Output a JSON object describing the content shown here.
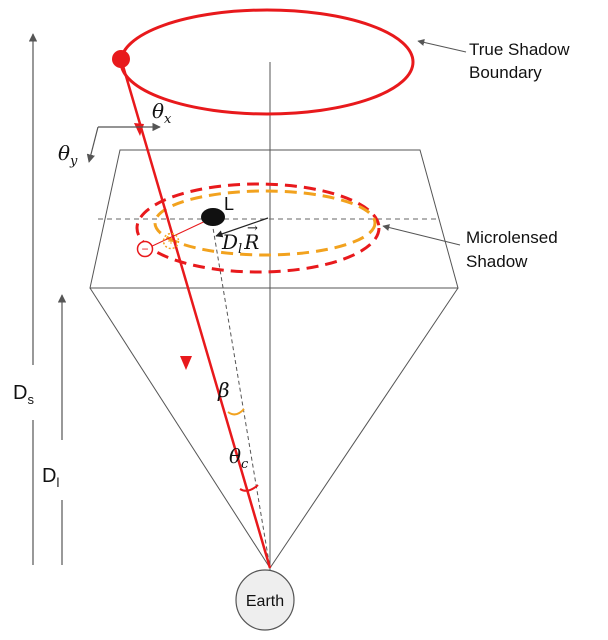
{
  "labels": {
    "true_shadow_line1": "True Shadow",
    "true_shadow_line2": "Boundary",
    "microlensed_line1": "Microlensed",
    "microlensed_line2": "Shadow",
    "lens": "L",
    "earth": "Earth",
    "theta_x": "θ",
    "theta_x_sub": "x",
    "theta_y": "θ",
    "theta_y_sub": "y",
    "dl_r_main": "D",
    "dl_r_sub": "l",
    "dl_r_vec": "R",
    "dl_r_arrow": "→",
    "beta": "β",
    "theta_c": "θ",
    "theta_c_sub": "c",
    "ds_main": "D",
    "ds_sub": "s",
    "dl_main": "D",
    "dl_sub": "l",
    "image_plus": "+",
    "image_minus": "−"
  },
  "colors": {
    "red": "#e8191c",
    "orange": "#f2a21e",
    "gray": "#555555",
    "light_gray": "#888888",
    "earth_fill": "#eeeeee",
    "lens_fill": "#111111"
  }
}
